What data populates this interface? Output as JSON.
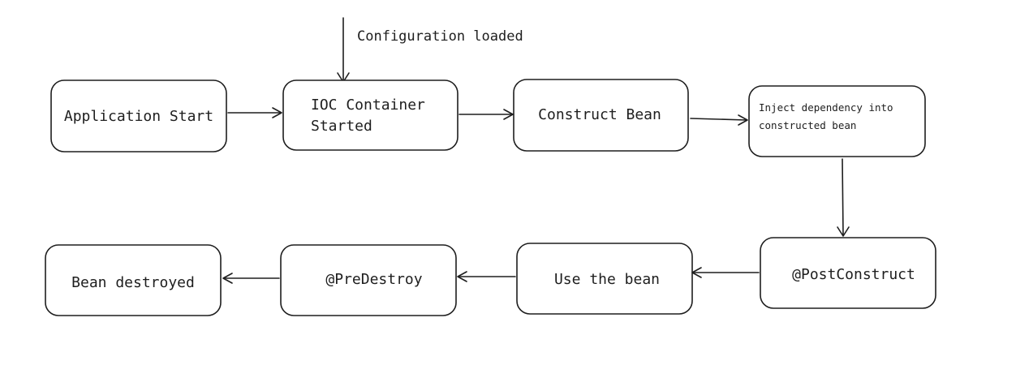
{
  "diagram": {
    "colors": {
      "stroke": "#1e1e1e",
      "fill": "#ffffff",
      "background": "#ffffff"
    },
    "incoming_label": "Configuration loaded",
    "nodes": {
      "app_start": {
        "lines": [
          "Application Start"
        ]
      },
      "ioc_started": {
        "lines": [
          "IOC Container",
          "Started"
        ]
      },
      "construct_bean": {
        "lines": [
          "Construct Bean"
        ]
      },
      "inject_dependency": {
        "lines": [
          "Inject dependency into",
          "constructed bean"
        ]
      },
      "post_construct": {
        "lines": [
          "@PostConstruct"
        ]
      },
      "use_bean": {
        "lines": [
          "Use the bean"
        ]
      },
      "pre_destroy": {
        "lines": [
          "@PreDestroy"
        ]
      },
      "bean_destroyed": {
        "lines": [
          "Bean destroyed"
        ]
      }
    }
  }
}
